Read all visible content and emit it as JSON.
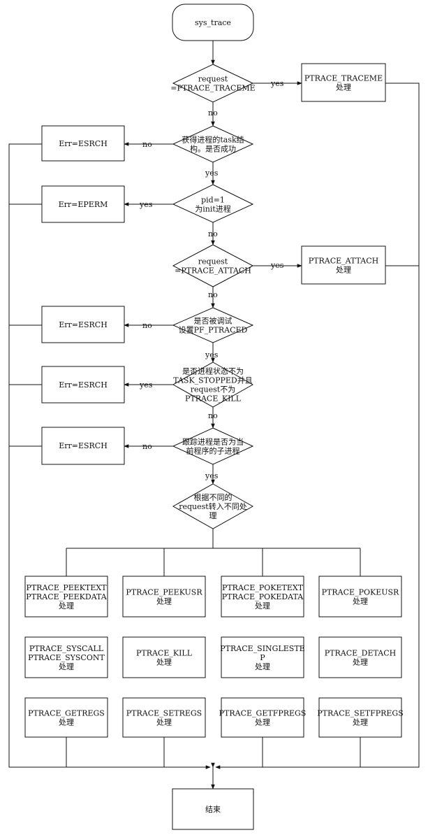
{
  "nodes": {
    "start": [
      "sys_trace"
    ],
    "d_traceme": [
      "request",
      "=PTRACE_TRACEME"
    ],
    "p_traceme": [
      "PTRACE_TRACEME",
      "处理"
    ],
    "d_task": [
      "获得进程的task结",
      "构。是否成功"
    ],
    "e_task": [
      "Err=ESRCH"
    ],
    "d_init": [
      "pid=1",
      "为init进程"
    ],
    "e_init": [
      "Err=EPERM"
    ],
    "d_attach": [
      "request",
      "=PTRACE_ATTACH"
    ],
    "p_attach": [
      "PTRACE_ATTACH",
      "处理"
    ],
    "d_traced": [
      "是否被调试",
      "设置PF_PTRACED"
    ],
    "e_traced": [
      "Err=ESRCH"
    ],
    "d_stopped": [
      "是否进程状态不为",
      "TASK_STOPPED并且",
      "request不为",
      "PTRACE_KILL"
    ],
    "e_stopped": [
      "Err=ESRCH"
    ],
    "d_child": [
      "跟踪进程是否为当",
      "前程序的子进程"
    ],
    "e_child": [
      "Err=ESRCH"
    ],
    "d_dispatch": [
      "根据不同的",
      "request转入不同处",
      "理"
    ],
    "h_peektext": [
      "PTRACE_PEEKTEXT",
      "PTRACE_PEEKDATA",
      "处理"
    ],
    "h_peekusr": [
      "PTRACE_PEEKUSR",
      "处理"
    ],
    "h_poketext": [
      "PTRACE_POKETEXT",
      "PTRACE_POKEDATA",
      "处理"
    ],
    "h_pokeusr": [
      "PTRACE_POKEUSR",
      "处理"
    ],
    "h_syscall": [
      "PTRACE_SYSCALL",
      "PTRACE_SYSCONT",
      "处理"
    ],
    "h_kill": [
      "PTRACE_KILL",
      "处理"
    ],
    "h_singlestep": [
      "PTRACE_SINGLESTE",
      "P",
      "处理"
    ],
    "h_detach": [
      "PTRACE_DETACH",
      "处理"
    ],
    "h_getregs": [
      "PTRACE_GETREGS",
      "处理"
    ],
    "h_setregs": [
      "PTRACE_SETREGS",
      "处理"
    ],
    "h_getfpregs": [
      "PTRACE_GETFPREGS",
      "处理"
    ],
    "h_setfpregs": [
      "PTRACE_SETFPREGS",
      "处理"
    ],
    "end": [
      "结束"
    ]
  },
  "edge_labels": {
    "yes": "yes",
    "no": "no"
  }
}
